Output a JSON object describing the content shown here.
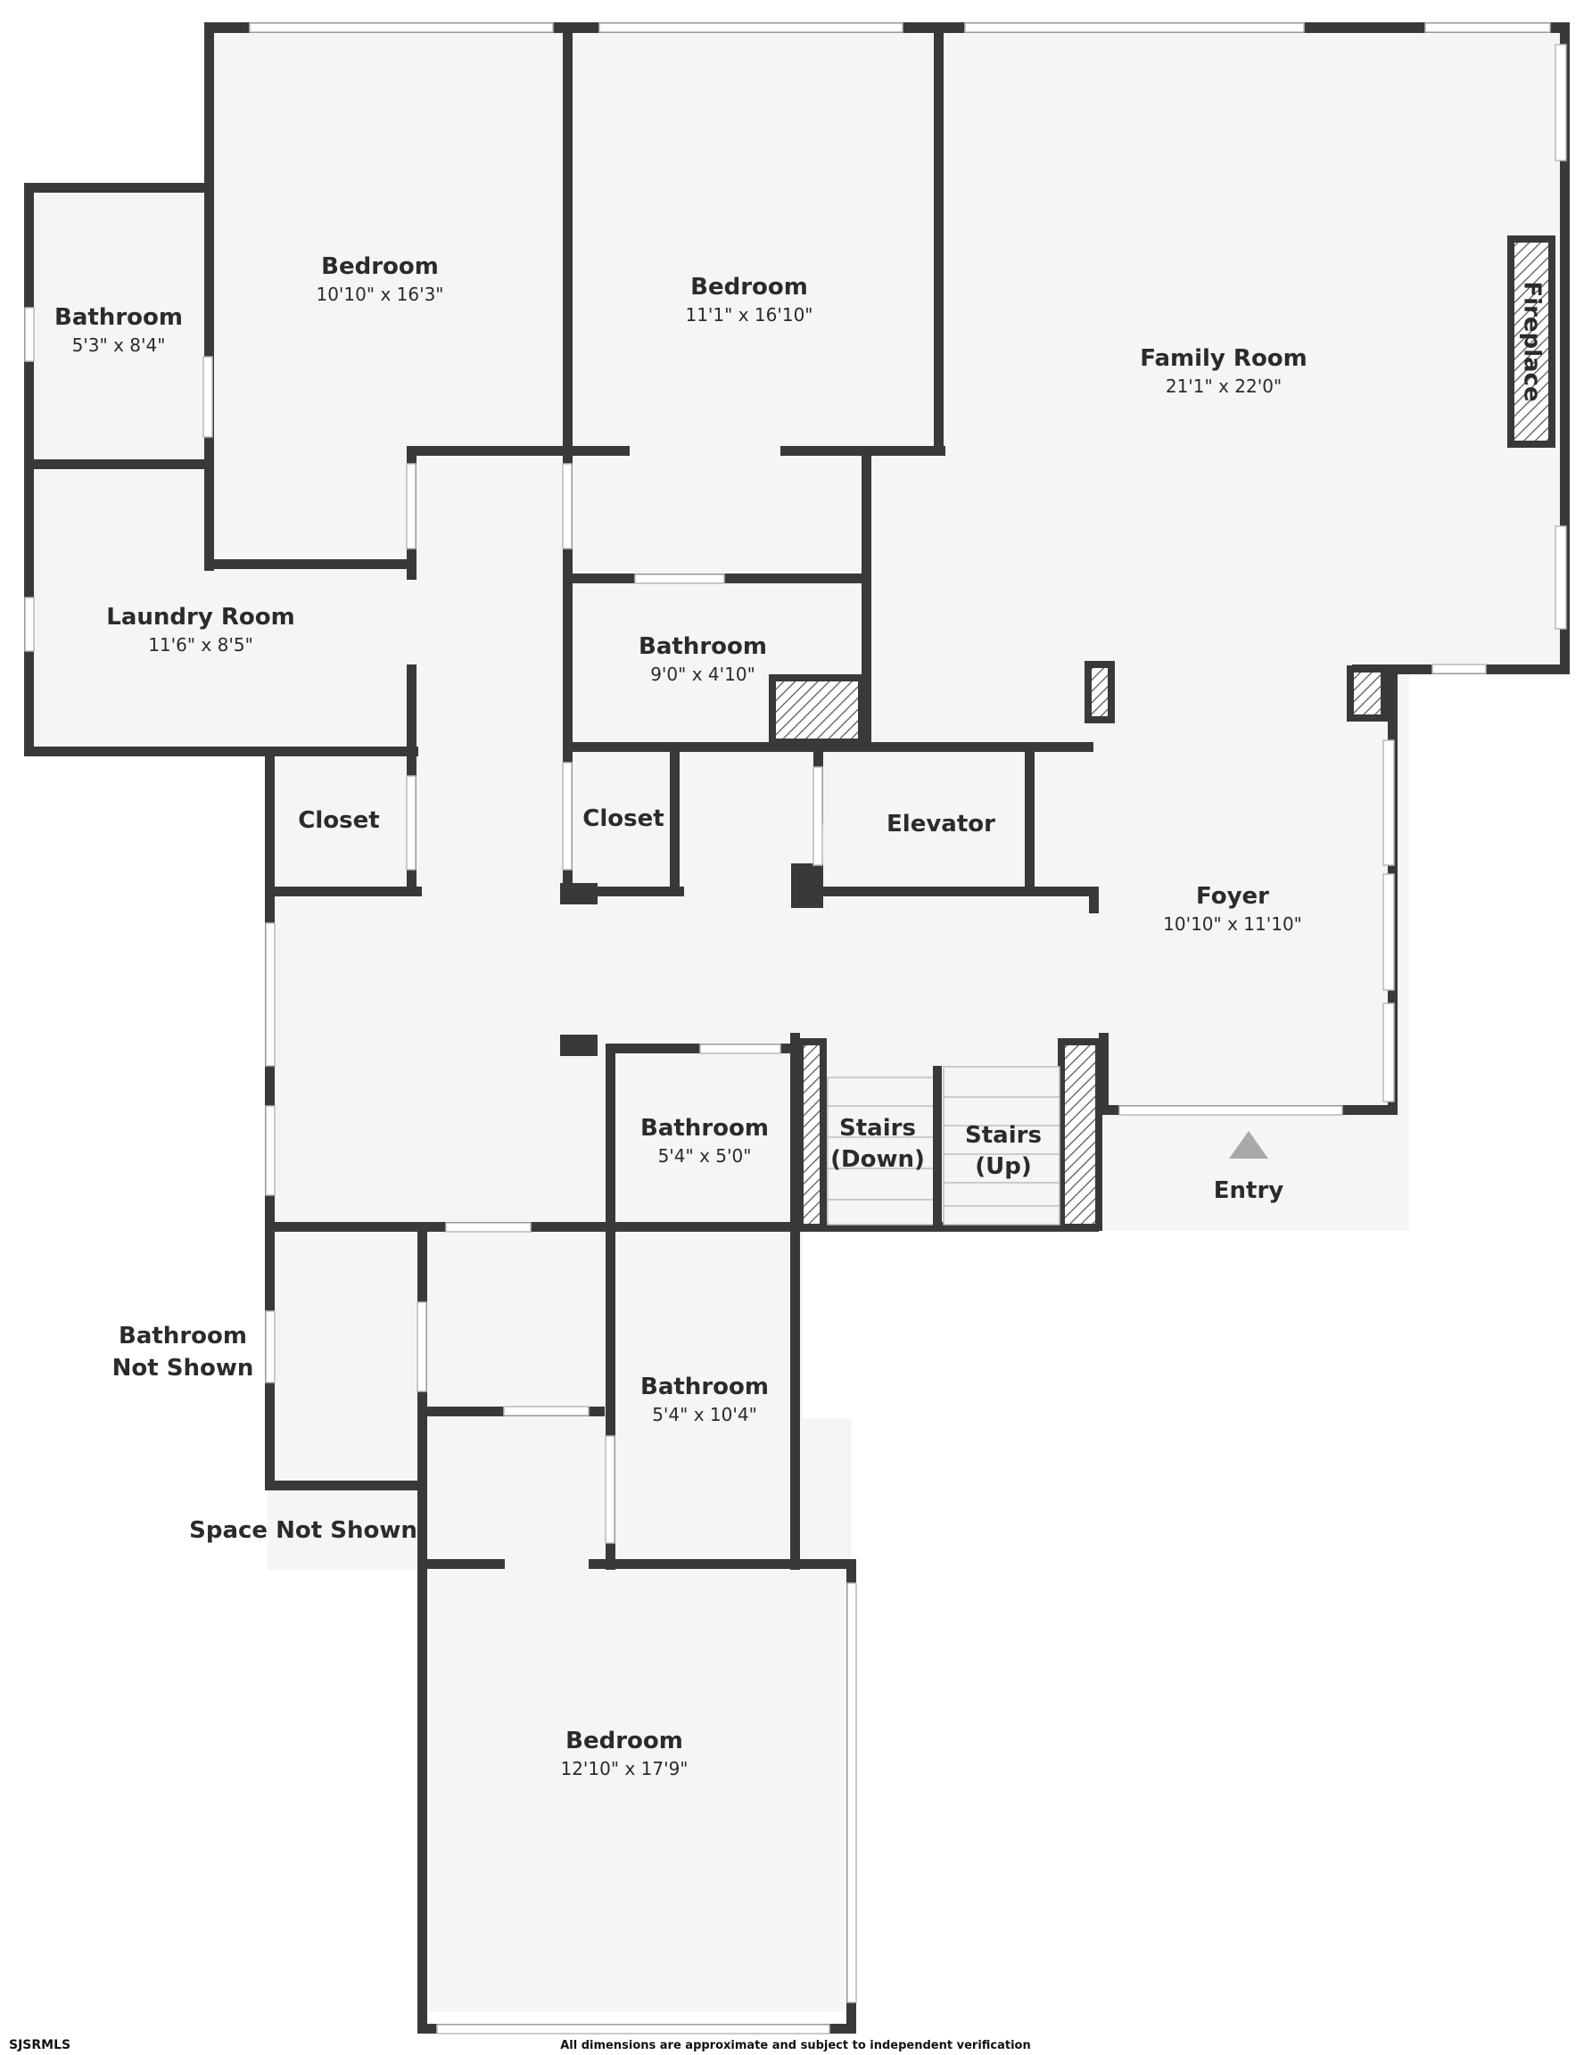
{
  "colors": {
    "wall": "#393939",
    "floor": "#f5f5f5",
    "text": "#2b2b2b",
    "entry_arrow": "#a9a9a9"
  },
  "rooms": {
    "bedroom_1": {
      "name": "Bedroom",
      "dim": "10'10\" x 16'3\""
    },
    "bedroom_2": {
      "name": "Bedroom",
      "dim": "11'1\" x 16'10\""
    },
    "family_room": {
      "name": "Family Room",
      "dim": "21'1\" x 22'0\""
    },
    "fireplace": {
      "name": "Fireplace"
    },
    "bathroom_1": {
      "name": "Bathroom",
      "dim": "5'3\" x 8'4\""
    },
    "laundry": {
      "name": "Laundry Room",
      "dim": "11'6\" x 8'5\""
    },
    "bathroom_2": {
      "name": "Bathroom",
      "dim": "9'0\" x 4'10\""
    },
    "closet_1": {
      "name": "Closet"
    },
    "closet_2": {
      "name": "Closet"
    },
    "elevator": {
      "name": "Elevator"
    },
    "foyer": {
      "name": "Foyer",
      "dim": "10'10\" x 11'10\""
    },
    "bathroom_3": {
      "name": "Bathroom",
      "dim": "5'4\" x 5'0\""
    },
    "stairs_down": {
      "line1": "Stairs",
      "line2": "(Down)"
    },
    "stairs_up": {
      "line1": "Stairs",
      "line2": "(Up)"
    },
    "entry": {
      "name": "Entry"
    },
    "bath_not_shown": {
      "line1": "Bathroom",
      "line2": "Not Shown"
    },
    "bathroom_4": {
      "name": "Bathroom",
      "dim": "5'4\" x 10'4\""
    },
    "space_not_shown": {
      "name": "Space Not Shown"
    },
    "bedroom_3": {
      "name": "Bedroom",
      "dim": "12'10\" x 17'9\""
    }
  },
  "footer": {
    "source": "SJSRMLS",
    "disclaimer": "All dimensions are approximate and subject to independent verification"
  }
}
